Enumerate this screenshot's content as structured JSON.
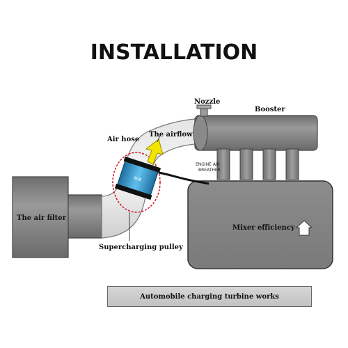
{
  "title": "INSTALLATION",
  "labels": {
    "nozzle": "Nozzle",
    "booster": "Booster",
    "air_hose": "Air hose",
    "airflow": "The airflow",
    "engine_air_breather_line1": "ENGINE AIR",
    "engine_air_breather_line2": "BREATHER",
    "air_filter": "The air filter",
    "mixer_efficiency": "Mixer efficiency",
    "supercharging_pulley": "Supercharging pulley"
  },
  "caption": "Automobile charging turbine works",
  "colors": {
    "body_fill": "#868686",
    "airflow_arrow": "#f2e600",
    "turbine": "#3a9bd0",
    "ring": "#d01020"
  },
  "icons": {
    "house": "house-icon",
    "arrow": "up-arrow-icon"
  }
}
